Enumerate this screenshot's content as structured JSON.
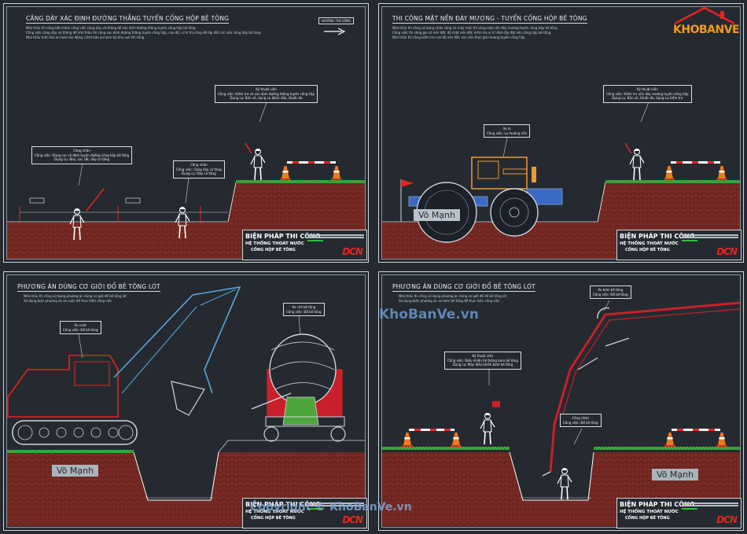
{
  "panels": [
    {
      "title": "CĂNG DÂY XÁC ĐỊNH ĐƯỜNG THẲNG TUYẾN CỐNG HỘP BÊ TÔNG",
      "notes": [
        "Nhà thầu thi công tiến hành công việc căng dây và thăng để xác định đường thẳng tuyến cống hộp bê tông",
        "Công việc căng dây và thăng để nhà thầu thi công xác định đường thẳng tuyến cống hộp, cao độ, vị trí thi công để lắp đặt các nền cống hộp bê tông",
        "Nhà thầu tuân thủ an toàn lao động, cảnh báo an toàn tại khu vực thi công"
      ],
      "direction_label": "HƯỚNG THI CÔNG",
      "callouts": [
        {
          "lines": [
            "Kỹ thuật viên",
            "Công việc: Kiểm tra và xác định đường thẳng tuyến cống hộp",
            "Dụng cụ: Bản vẽ, dụng cụ đánh dấu, thước đo"
          ]
        },
        {
          "lines": [
            "Công nhân",
            "Công việc: Dùng cọc cố định tuyến đường cống hộp bê tông",
            "Dụng cụ: Búa, cọc sắt, dây cứ tăng"
          ]
        },
        {
          "lines": [
            "Công nhân",
            "Công việc: Căng dây cứ tăng",
            "Dụng cụ: Dây cứ tăng"
          ]
        }
      ]
    },
    {
      "title": "THI CÔNG MẶT NỀN ĐÁY MƯƠNG - TUYẾN CỐNG HỘP BÊ TÔNG",
      "notes": [
        "Nhà thầu thi công sử dụng nhân công và máy móc thi công mặt nền đáy mương tuyến cống hộp bê tông",
        "Công việc thi công gia cố nền đất, độ chặt nền đất, kiểm tra vị trí đỉnh lắp đặt nền cống hộp bê tông",
        "Nhà thầu thi công kiểm tra cao độ nền đất, san nền thực giá mương tuyến cống hộp"
      ],
      "callouts": [
        {
          "lines": [
            "Kỹ thuật viên",
            "Công việc: Kiểm tra nền đáy mương tuyến cống hộp",
            "Dụng cụ: Bản vẽ, thước đo, dụng cụ kiểm tra"
          ]
        },
        {
          "lines": [
            "Xe lu",
            "Công việc: Lu mương nền"
          ]
        }
      ],
      "name_tag": "Võ Mạnh"
    },
    {
      "title": "PHƯƠNG ÁN DÙNG CƠ GIỚI ĐỔ BÊ TÔNG LÓT",
      "notes": [
        "Nhà thầu thi công sử dụng phương án dùng cơ giới đổ bê tông lót",
        "Sử dụng biện phương án xe cuốc để thực hiện công việc"
      ],
      "callouts": [
        {
          "lines": [
            "Xe cuốc",
            "Công việc: Đổ bê tông"
          ]
        },
        {
          "lines": [
            "Xe chở bê tông",
            "Công việc: Đổ bê tông"
          ]
        }
      ],
      "name_tag": "Võ Mạnh"
    },
    {
      "title": "PHƯƠNG ÁN DÙNG CƠ GIỚI ĐỔ BÊ TÔNG LÓT",
      "notes": [
        "Nhà thầu thi công sử dụng phương án dùng cơ giới để đổ bê tông lót",
        "Sử dụng biện phương án xe bơm bê tông để thực hiện công việc"
      ],
      "callouts": [
        {
          "lines": [
            "Xe bơm bê tông",
            "Công việc: Đổ bê tông"
          ]
        },
        {
          "lines": [
            "Kỹ thuật viên",
            "Công việc: Điều khiển hệ thống bơm bê tông",
            "Dụng cụ: Máy điều khiển bơm bê tông"
          ]
        },
        {
          "lines": [
            "Công nhân",
            "Công việc: Đổ bê tông"
          ]
        }
      ],
      "name_tag": "Võ Mạnh"
    }
  ],
  "title_block": {
    "line1": "BIỆN PHÁP THI CÔNG",
    "line2": "HỆ THỐNG THOÁT NƯỚC",
    "line3": "CỐNG HỘP BÊ TÔNG",
    "logo": "DCN"
  },
  "brand": {
    "logo_text": "KHOBANVE",
    "watermark": "KhoBanVe.vn",
    "copyright": "Copyright © KhoBanVe.vn"
  },
  "colors": {
    "background": "#252a31",
    "soil": "#7a2a24",
    "grass": "#3fae3a",
    "excavator": "#c91f2a",
    "roller": "#d98a2a",
    "worker": "#ffffff",
    "accent_red": "#e8231d"
  },
  "icons": [
    "traffic-cone-icon",
    "barrier-icon",
    "worker-icon",
    "excavator-icon",
    "road-roller-icon",
    "concrete-mixer-icon",
    "pump-truck-icon",
    "flag-icon",
    "arrow-right-icon"
  ]
}
